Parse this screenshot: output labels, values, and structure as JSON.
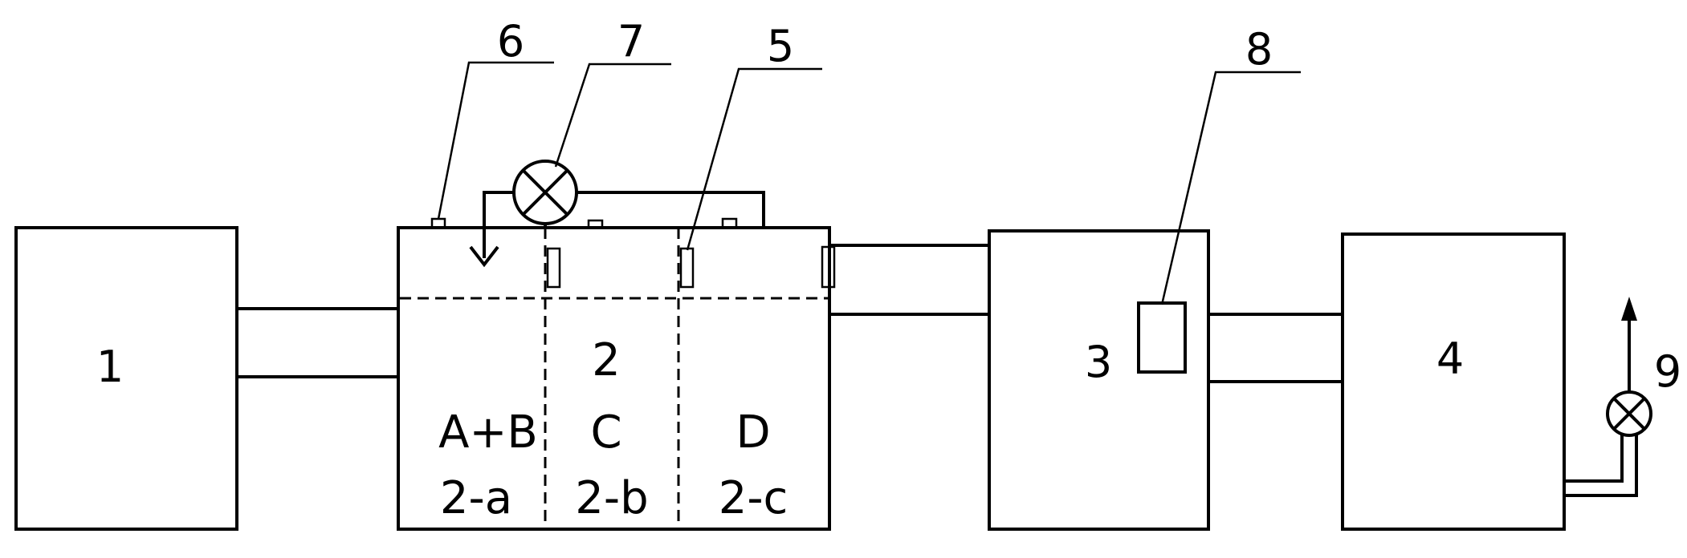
{
  "components": {
    "box1": "1",
    "box2": "2",
    "box3": "3",
    "box4": "4"
  },
  "sections": [
    {
      "content": "A+B",
      "code": "2-a"
    },
    {
      "content": "C",
      "code": "2-b"
    },
    {
      "content": "D",
      "code": "2-c"
    }
  ],
  "callouts": {
    "c5": "5",
    "c6": "6",
    "c7": "7",
    "c8": "8",
    "c9": "9"
  }
}
